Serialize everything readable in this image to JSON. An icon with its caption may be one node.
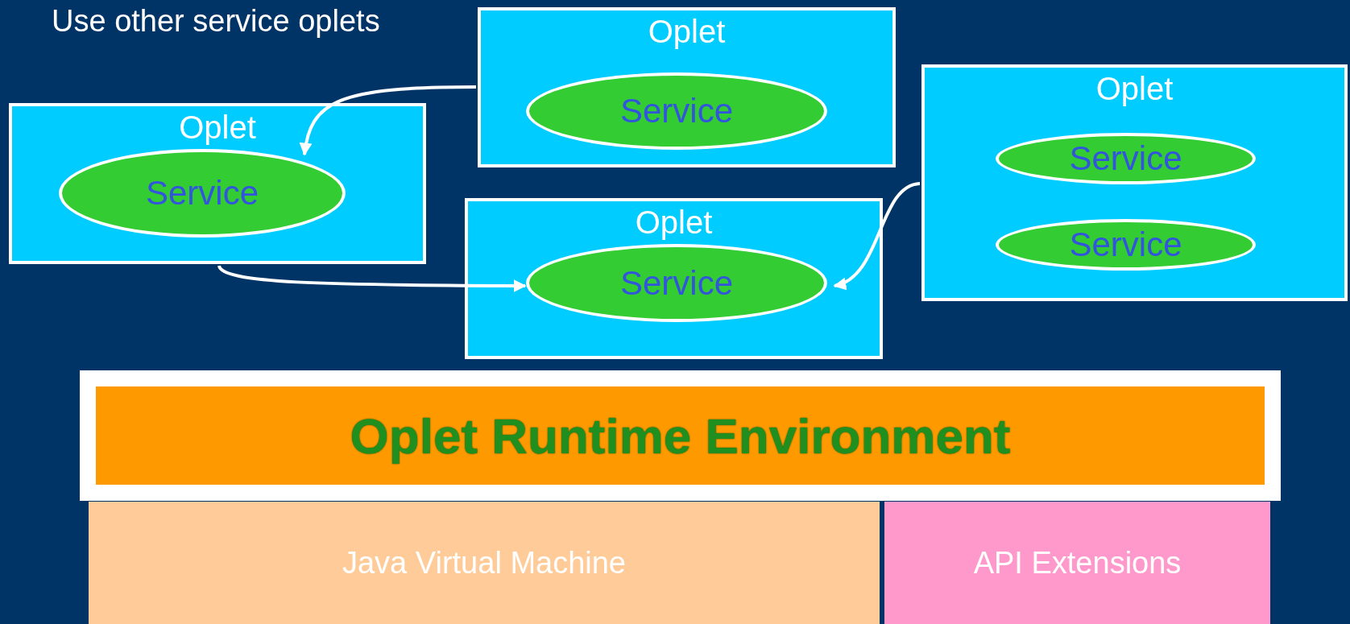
{
  "diagram": {
    "nodes": [
      {
        "text": [
          "Oplet"
        ]
      },
      {
        "text": [
          "Service"
        ],
        "in": 0
      },
      {
        "text": [
          "Oplet"
        ]
      },
      {
        "text": [
          "Service"
        ],
        "in": 2
      },
      {
        "text": [
          "Service"
        ],
        "in": 2
      },
      {
        "text": [
          "Oplet"
        ]
      },
      {
        "text": [
          "Service"
        ],
        "in": 5
      },
      {
        "text": [
          "Oplet"
        ]
      },
      {
        "text": [
          "Service"
        ],
        "in": 7
      },
      {
        "text": [
          "Oplet Runtime Environment"
        ]
      },
      {
        "text": [
          "Java Virtual Machine"
        ]
      },
      {
        "text": [
          "API Extensions"
        ]
      }
    ],
    "edges": [
      {
        "from": 0,
        "to": 6,
        "arrow": "to"
      },
      {
        "from": 5,
        "to": 8,
        "arrow": "to"
      },
      {
        "from": 2,
        "to": 8,
        "arrow": "to"
      }
    ],
    "labels": [
      "Use other service oplets"
    ]
  }
}
